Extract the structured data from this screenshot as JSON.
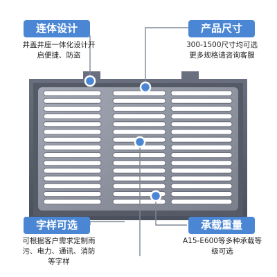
{
  "features": [
    {
      "title": "连体设计",
      "lines": [
        "井盖井座一体化设计开",
        "启便捷、防盗"
      ]
    },
    {
      "title": "产品尺寸",
      "lines": [
        "300-1500尺寸均可选",
        "更多规格请咨询客服"
      ]
    },
    {
      "title": "字样可选",
      "lines": [
        "可根据客户需求定制雨",
        "污、电力、通讯、消防",
        "等字样"
      ]
    },
    {
      "title": "承载重量",
      "lines": [
        "A15-E600等多种承载等",
        "级可选"
      ]
    }
  ],
  "colors": {
    "accent": "#4a86d3",
    "frame": "#5c6272",
    "body": "#8a8f9c"
  }
}
